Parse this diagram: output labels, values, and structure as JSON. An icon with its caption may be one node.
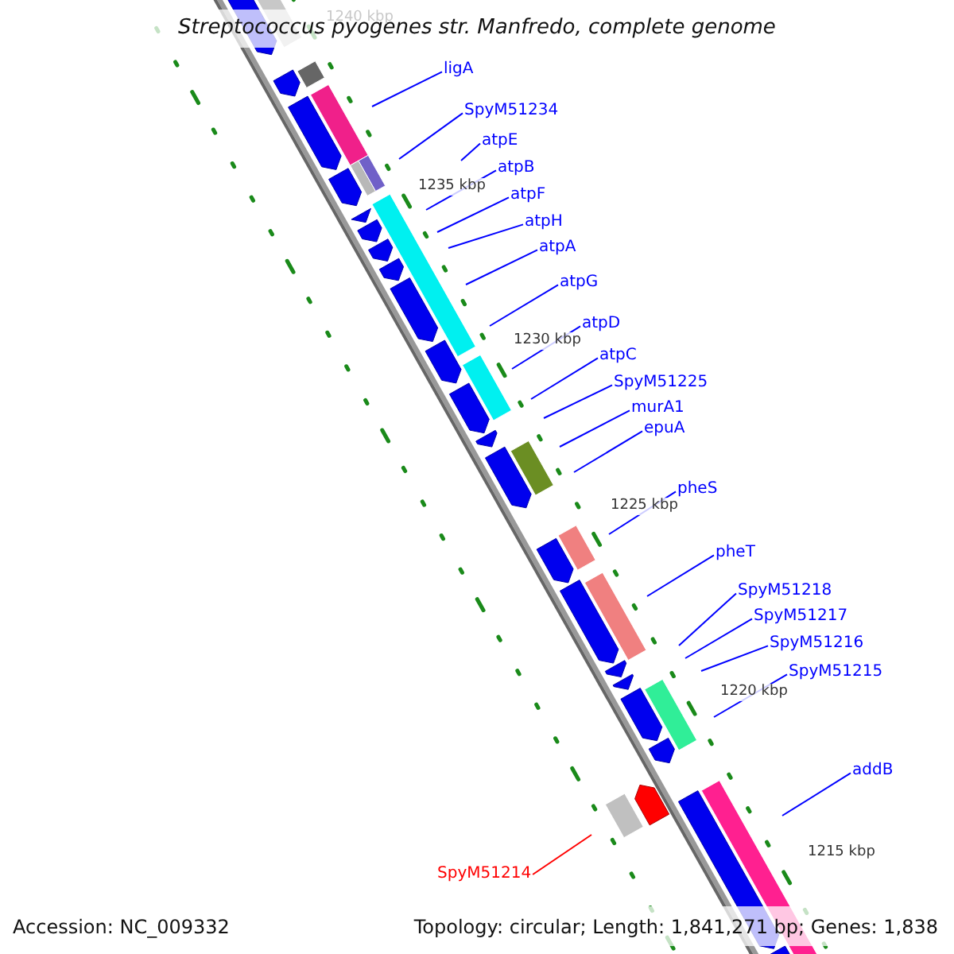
{
  "diagram": {
    "title": "Streptococcus pyogenes str. Manfredo, complete genome",
    "nodes": [
      {
        "text": [
          "ligA"
        ]
      },
      {
        "text": [
          "SpyM51234"
        ]
      },
      {
        "text": [
          "atpE"
        ]
      },
      {
        "text": [
          "atpB"
        ]
      },
      {
        "text": [
          "atpF"
        ]
      },
      {
        "text": [
          "atpH"
        ]
      },
      {
        "text": [
          "atpA"
        ]
      },
      {
        "text": [
          "atpG"
        ]
      },
      {
        "text": [
          "atpD"
        ]
      },
      {
        "text": [
          "atpC"
        ]
      },
      {
        "text": [
          "SpyM51225"
        ]
      },
      {
        "text": [
          "murA1"
        ]
      },
      {
        "text": [
          "epuA"
        ]
      },
      {
        "text": [
          "pheS"
        ]
      },
      {
        "text": [
          "pheT"
        ]
      },
      {
        "text": [
          "SpyM51218"
        ]
      },
      {
        "text": [
          "SpyM51217"
        ]
      },
      {
        "text": [
          "SpyM51216"
        ]
      },
      {
        "text": [
          "SpyM51215"
        ]
      },
      {
        "text": [
          "addB"
        ]
      },
      {
        "text": [
          "SpyM51214"
        ]
      }
    ],
    "edges": [
      {
        "from": 0,
        "to": null,
        "arrow": "none"
      },
      {
        "from": 1,
        "to": null,
        "arrow": "none"
      },
      {
        "from": 2,
        "to": null,
        "arrow": "none"
      },
      {
        "from": 3,
        "to": null,
        "arrow": "none"
      },
      {
        "from": 4,
        "to": null,
        "arrow": "none"
      },
      {
        "from": 5,
        "to": null,
        "arrow": "none"
      },
      {
        "from": 6,
        "to": null,
        "arrow": "none"
      },
      {
        "from": 7,
        "to": null,
        "arrow": "none"
      },
      {
        "from": 8,
        "to": null,
        "arrow": "none"
      },
      {
        "from": 9,
        "to": null,
        "arrow": "none"
      },
      {
        "from": 10,
        "to": null,
        "arrow": "none"
      },
      {
        "from": 11,
        "to": null,
        "arrow": "none"
      },
      {
        "from": 12,
        "to": null,
        "arrow": "none"
      },
      {
        "from": 13,
        "to": null,
        "arrow": "none"
      },
      {
        "from": 14,
        "to": null,
        "arrow": "none"
      },
      {
        "from": 15,
        "to": null,
        "arrow": "none"
      },
      {
        "from": 16,
        "to": null,
        "arrow": "none"
      },
      {
        "from": 17,
        "to": null,
        "arrow": "none"
      },
      {
        "from": 18,
        "to": null,
        "arrow": "none"
      },
      {
        "from": 19,
        "to": null,
        "arrow": "none"
      },
      {
        "from": 20,
        "to": null,
        "arrow": "none",
        "color": "#ff0000"
      }
    ],
    "labels": [
      "1240 kbp",
      "1235 kbp",
      "1230 kbp",
      "1225 kbp",
      "1220 kbp",
      "1215 kbp",
      "Accession: NC_009332",
      "Topology: circular; Length: 1,841,271 bp; Genes: 1,838"
    ]
  }
}
